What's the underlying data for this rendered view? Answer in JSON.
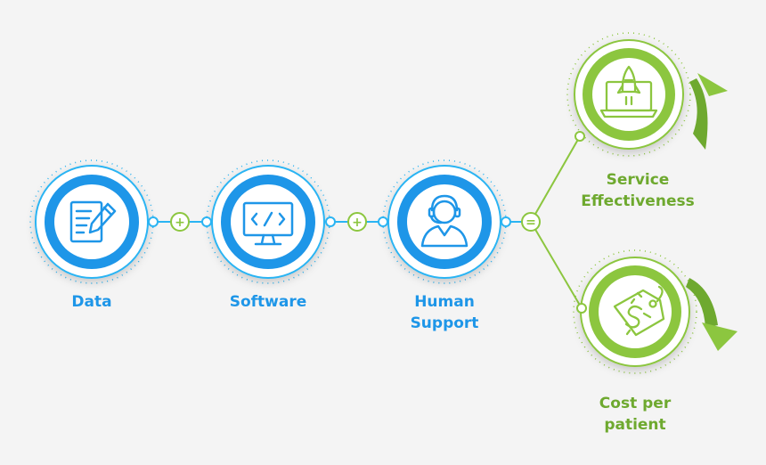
{
  "colors": {
    "blue": "#1e96e8",
    "blue_light": "#2ab4f3",
    "green": "#8cc63f",
    "green_dark": "#6ea92f",
    "background": "#f4f4f4"
  },
  "operators": {
    "plus_1": "+",
    "plus_2": "+",
    "equals": "="
  },
  "inputs": [
    {
      "id": "data",
      "lines": [
        "Data"
      ],
      "icon": "document-pencil-icon"
    },
    {
      "id": "software",
      "lines": [
        "Software"
      ],
      "icon": "monitor-code-icon"
    },
    {
      "id": "human-support",
      "lines": [
        "Human",
        "Support"
      ],
      "icon": "headset-agent-icon"
    }
  ],
  "outputs": [
    {
      "id": "service-effectiveness",
      "lines": [
        "Service",
        "Effectiveness"
      ],
      "icon": "laptop-rocket-icon",
      "trend": "up"
    },
    {
      "id": "cost-per-patient",
      "lines": [
        "Cost per",
        "patient"
      ],
      "icon": "price-tag-dollar-icon",
      "trend": "down"
    }
  ],
  "icon_glyphs": {
    "software_code": "</>"
  }
}
